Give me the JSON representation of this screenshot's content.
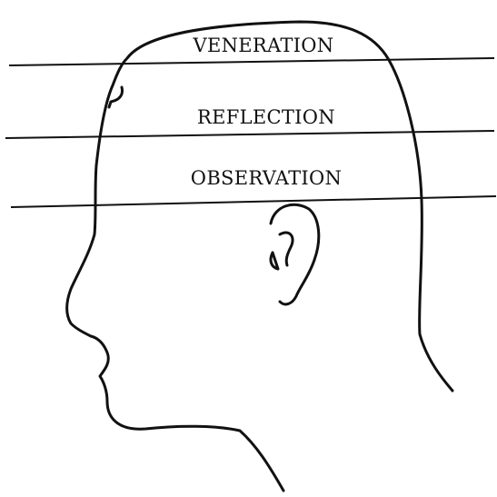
{
  "regions": {
    "top": "VENERATION",
    "middle": "REFLECTION",
    "lower": "OBSERVATION"
  }
}
